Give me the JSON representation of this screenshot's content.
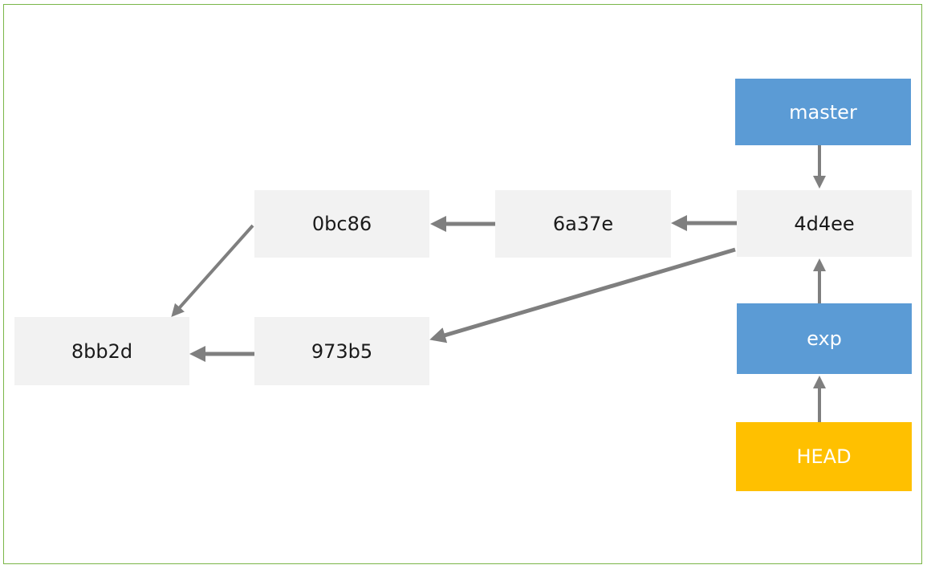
{
  "commits": {
    "c_8bb2d": "8bb2d",
    "c_0bc86": "0bc86",
    "c_973b5": "973b5",
    "c_6a37e": "6a37e",
    "c_4d4ee": "4d4ee"
  },
  "refs": {
    "master": "master",
    "exp": "exp",
    "head": "HEAD"
  },
  "edges": [
    {
      "from": "0bc86",
      "to": "8bb2d"
    },
    {
      "from": "973b5",
      "to": "8bb2d"
    },
    {
      "from": "6a37e",
      "to": "0bc86"
    },
    {
      "from": "4d4ee",
      "to": "6a37e"
    },
    {
      "from": "4d4ee",
      "to": "973b5"
    },
    {
      "from": "master",
      "to": "4d4ee"
    },
    {
      "from": "exp",
      "to": "4d4ee"
    },
    {
      "from": "HEAD",
      "to": "exp"
    }
  ],
  "colors": {
    "commit_fill": "#f2f2f2",
    "branch_fill": "#5b9bd5",
    "head_fill": "#ffc000",
    "arrow": "#7f7f7f",
    "frame": "#7ab648"
  }
}
